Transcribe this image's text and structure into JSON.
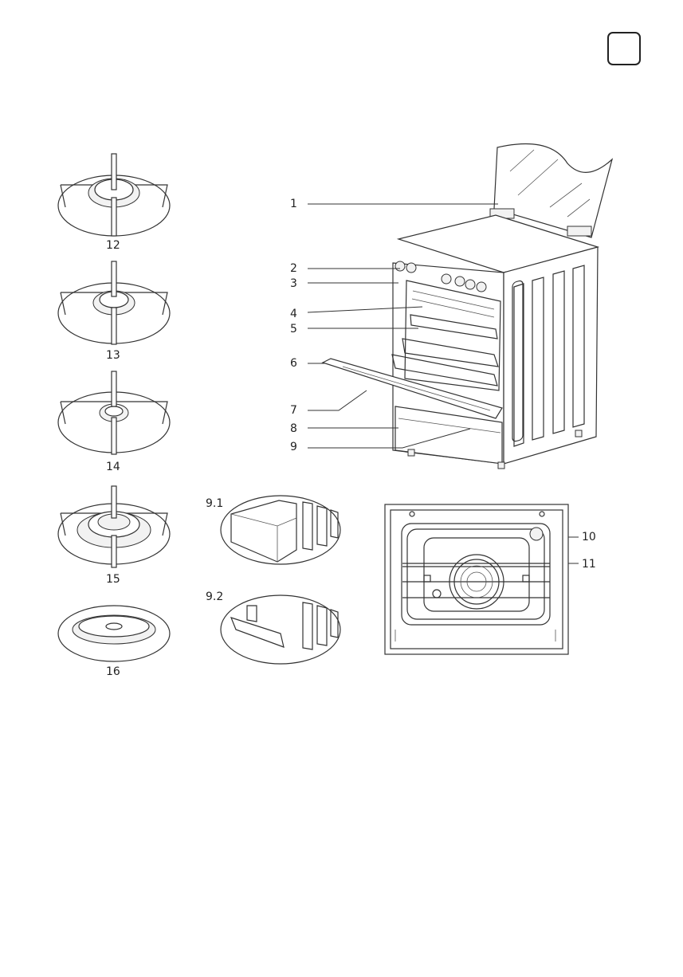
{
  "labels": {
    "l1": "1",
    "l2": "2",
    "l3": "3",
    "l4": "4",
    "l5": "5",
    "l6": "6",
    "l7": "7",
    "l8": "8",
    "l9": "9",
    "l10": "10",
    "l11": "11",
    "l12": "12",
    "l13": "13",
    "l14": "14",
    "l15": "15",
    "l16": "16",
    "l91": "9.1",
    "l92": "9.2"
  }
}
